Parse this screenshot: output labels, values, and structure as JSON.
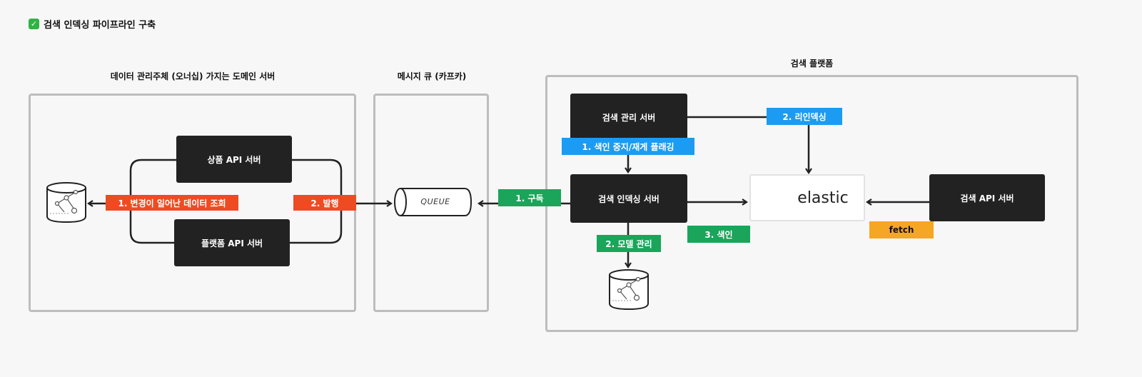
{
  "header": {
    "title": "검색 인덱싱 파이프라인 구축",
    "check": "✓"
  },
  "groups": {
    "domain": "데이터 관리주체 (오너십) 가지는 도메인 서버",
    "queue": "메시지 큐 (카프카)",
    "platform": "검색 플랫폼"
  },
  "servers": {
    "product_api": "상품 API 서버",
    "platform_api": "플랫폼 API 서버",
    "search_admin": "검색 관리 서버",
    "search_indexing": "검색 인덱싱 서버",
    "search_api": "검색 API 서버"
  },
  "queue_label": "QUEUE",
  "elastic_label": "elastic",
  "tags": {
    "lookup_changed": "1. 변경이 일어난 데이터 조회",
    "publish": "2. 발행",
    "subscribe": "1. 구독",
    "pause_resume": "1. 색인 중지/재게 플래깅",
    "reindex": "2. 리인덱싱",
    "index": "3. 색인",
    "model_manage": "2. 모델 관리",
    "fetch": "fetch"
  },
  "colors": {
    "red": "#ef4b23",
    "green": "#1aa55a",
    "blue": "#1b9cf2",
    "orange": "#f5a623",
    "server": "#222222",
    "border": "#bdbdbd"
  }
}
